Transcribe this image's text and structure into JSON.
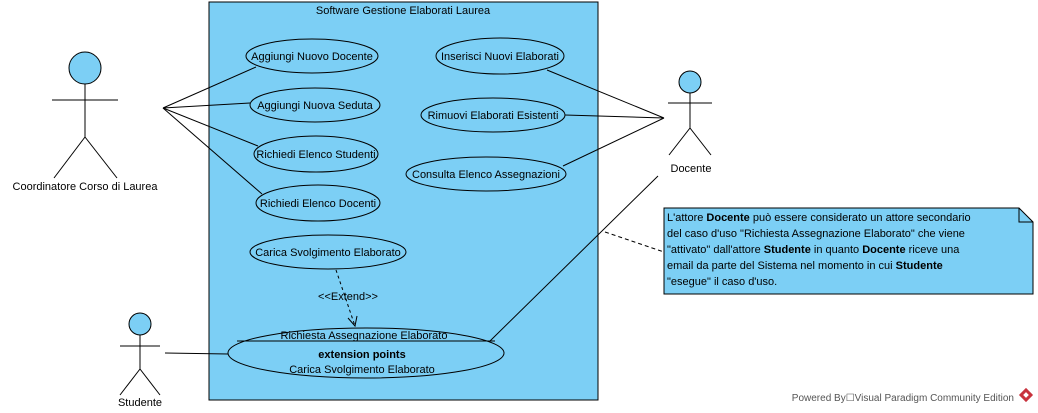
{
  "system": {
    "title": "Software Gestione Elaborati Laurea"
  },
  "actors": {
    "coordinatore": "Coordinatore Corso di Laurea",
    "docente": "Docente",
    "studente": "Studente"
  },
  "use_cases": {
    "aggiungi_docente": "Aggiungi Nuovo Docente",
    "aggiungi_seduta": "Aggiungi Nuova Seduta",
    "richiedi_studenti": "Richiedi Elenco Studenti",
    "richiedi_docenti": "Richiedi Elenco Docenti",
    "carica_svolgimento": "Carica Svolgimento Elaborato",
    "inserisci_elaborati": "Inserisci Nuovi Elaborati",
    "rimuovi_elaborati": "Rimuovi Elaborati Esistenti",
    "consulta_assegnazioni": "Consulta Elenco Assegnazioni",
    "richiesta_assegnazione": {
      "title": "Richiesta Assegnazione Elaborato",
      "ext_header": "extension points",
      "ext_point": "Carica Svolgimento Elaborato"
    }
  },
  "relations": {
    "extend": "<<Extend>>"
  },
  "note": {
    "line1": {
      "a": "L'attore ",
      "b": "Docente",
      "c": " può essere considerato un attore secondario"
    },
    "line2": "del caso d'uso \"Richiesta Assegnazione Elaborato\" che viene",
    "line3": {
      "a": "\"attivato\" dall'attore ",
      "b": "Studente",
      "c": " in quanto ",
      "d": "Docente",
      "e": " riceve una"
    },
    "line4": {
      "a": "email da parte del Sistema nel momento in cui ",
      "b": "Studente"
    },
    "line5": "\"esegue\" il caso d'uso."
  },
  "footer": {
    "powered_by": "Powered By☐Visual Paradigm Community Edition"
  },
  "colors": {
    "fill": "#7ccff5",
    "line": "#000000",
    "brand": "#c8323c"
  }
}
